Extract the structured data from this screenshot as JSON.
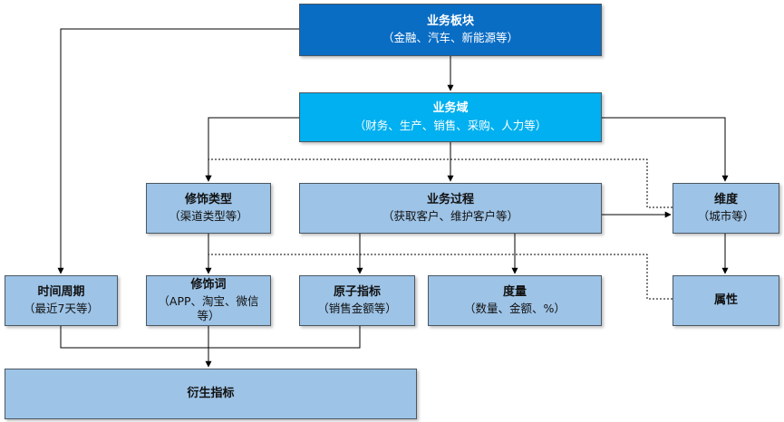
{
  "nodes": {
    "bankuai": {
      "title": "业务板块",
      "sub": "（金融、汽车、新能源等）"
    },
    "yu": {
      "title": "业务域",
      "sub": "（财务、生产、销售、采购、人力等）"
    },
    "xiushileixing": {
      "title": "修饰类型",
      "sub": "（渠道类型等）"
    },
    "guocheng": {
      "title": "业务过程",
      "sub": "（获取客户、维护客户等）"
    },
    "weidu": {
      "title": "维度",
      "sub": "（城市等）"
    },
    "shijian": {
      "title": "时间周期",
      "sub": "（最近7天等）"
    },
    "xiushici": {
      "title": "修饰词",
      "sub": "（APP、淘宝、微信等）"
    },
    "yuanzi": {
      "title": "原子指标",
      "sub": "（销售金额等）"
    },
    "duliang": {
      "title": "度量",
      "sub": "（数量、金额、%）"
    },
    "shuxing": {
      "title": "属性",
      "sub": ""
    },
    "yansheng": {
      "title": "衍生指标",
      "sub": ""
    }
  },
  "colors": {
    "dark": "#0a6dc4",
    "cyan": "#00b0f0",
    "light": "#9dc3e6",
    "line": "#000000"
  }
}
